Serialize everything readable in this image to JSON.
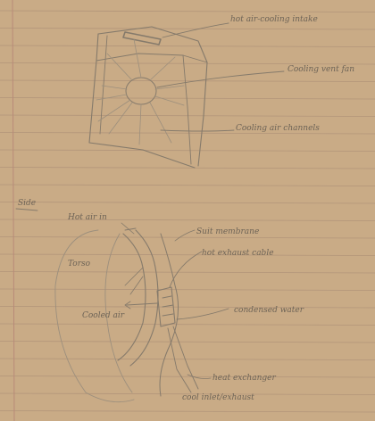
{
  "top_sketch": {
    "labels": {
      "hot_air_intake": "hot air-cooling intake",
      "cooling_vent_fan": "Cooling vent fan",
      "cooling_air_channels": "Cooling air channels"
    }
  },
  "side_sketch": {
    "title": "Side",
    "labels": {
      "hot_air_in": "Hot air in",
      "torso": "Torso",
      "cooled_air": "Cooled air",
      "suit_membrane": "Suit membrane",
      "hot_exhaust_cable": "hot exhaust cable",
      "condensed_water": "condensed water",
      "heat_exchanger": "heat exchanger",
      "cool_inlet": "cool inlet/exhaust"
    }
  },
  "colors": {
    "paper": "#c9ab86",
    "rule_line": "#b2957a",
    "margin_line": "#b88a78",
    "pencil": "#857a6b"
  }
}
